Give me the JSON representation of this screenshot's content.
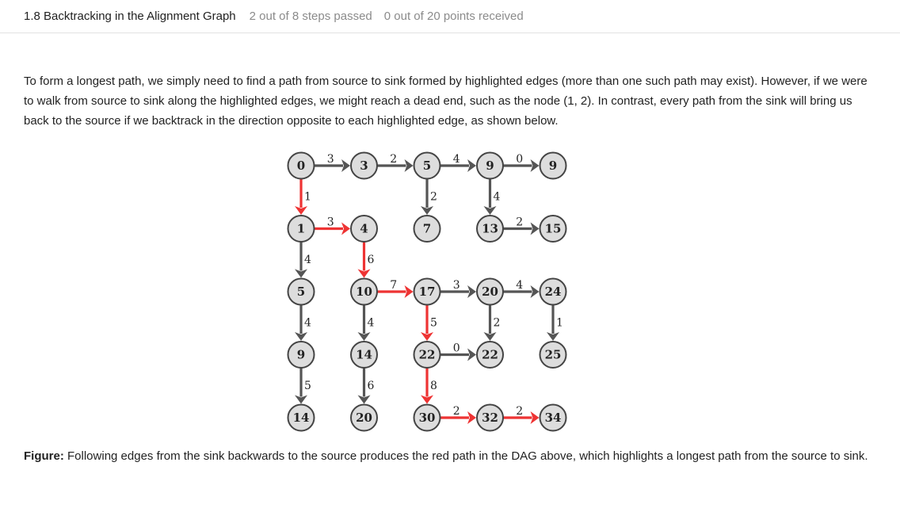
{
  "header": {
    "title": "1.8 Backtracking in the Alignment Graph",
    "steps": "2 out of 8 steps passed",
    "points": "0 out of 20 points received"
  },
  "body": {
    "paragraph": "To form a longest path, we simply need to find a path from source to sink formed by highlighted edges (more than one such path may exist). However, if we were to walk from source to sink along the highlighted edges, we might reach a dead end, such as the node (1, 2). In contrast, every path from the sink will bring us back to the source if we backtrack in the direction opposite to each highlighted edge, as shown below."
  },
  "figure": {
    "colors": {
      "normal": "#555555",
      "highlight": "#ee3333",
      "node_fill": "#dddddd",
      "node_stroke": "#444444"
    },
    "grid": [
      [
        "0",
        "3",
        "5",
        "9",
        "9"
      ],
      [
        "1",
        "4",
        "7",
        "13",
        "15"
      ],
      [
        "5",
        "10",
        "17",
        "20",
        "24"
      ],
      [
        "9",
        "14",
        "22",
        "22",
        "25"
      ],
      [
        "14",
        "20",
        "30",
        "32",
        "34"
      ]
    ],
    "edges": [
      {
        "from": [
          0,
          0
        ],
        "to": [
          0,
          1
        ],
        "w": "3",
        "red": false
      },
      {
        "from": [
          0,
          1
        ],
        "to": [
          0,
          2
        ],
        "w": "2",
        "red": false
      },
      {
        "from": [
          0,
          2
        ],
        "to": [
          0,
          3
        ],
        "w": "4",
        "red": false
      },
      {
        "from": [
          0,
          3
        ],
        "to": [
          0,
          4
        ],
        "w": "0",
        "red": false
      },
      {
        "from": [
          1,
          0
        ],
        "to": [
          1,
          1
        ],
        "w": "3",
        "red": true
      },
      {
        "from": [
          1,
          3
        ],
        "to": [
          1,
          4
        ],
        "w": "2",
        "red": false
      },
      {
        "from": [
          2,
          1
        ],
        "to": [
          2,
          2
        ],
        "w": "7",
        "red": true
      },
      {
        "from": [
          2,
          2
        ],
        "to": [
          2,
          3
        ],
        "w": "3",
        "red": false
      },
      {
        "from": [
          2,
          3
        ],
        "to": [
          2,
          4
        ],
        "w": "4",
        "red": false
      },
      {
        "from": [
          3,
          2
        ],
        "to": [
          3,
          3
        ],
        "w": "0",
        "red": false
      },
      {
        "from": [
          4,
          2
        ],
        "to": [
          4,
          3
        ],
        "w": "2",
        "red": true
      },
      {
        "from": [
          4,
          3
        ],
        "to": [
          4,
          4
        ],
        "w": "2",
        "red": true
      },
      {
        "from": [
          0,
          0
        ],
        "to": [
          1,
          0
        ],
        "w": "1",
        "red": true
      },
      {
        "from": [
          0,
          2
        ],
        "to": [
          1,
          2
        ],
        "w": "2",
        "red": false
      },
      {
        "from": [
          0,
          3
        ],
        "to": [
          1,
          3
        ],
        "w": "4",
        "red": false
      },
      {
        "from": [
          1,
          0
        ],
        "to": [
          2,
          0
        ],
        "w": "4",
        "red": false
      },
      {
        "from": [
          1,
          1
        ],
        "to": [
          2,
          1
        ],
        "w": "6",
        "red": true
      },
      {
        "from": [
          2,
          0
        ],
        "to": [
          3,
          0
        ],
        "w": "4",
        "red": false
      },
      {
        "from": [
          2,
          1
        ],
        "to": [
          3,
          1
        ],
        "w": "4",
        "red": false
      },
      {
        "from": [
          2,
          2
        ],
        "to": [
          3,
          2
        ],
        "w": "5",
        "red": true
      },
      {
        "from": [
          2,
          3
        ],
        "to": [
          3,
          3
        ],
        "w": "2",
        "red": false
      },
      {
        "from": [
          2,
          4
        ],
        "to": [
          3,
          4
        ],
        "w": "1",
        "red": false
      },
      {
        "from": [
          3,
          0
        ],
        "to": [
          4,
          0
        ],
        "w": "5",
        "red": false
      },
      {
        "from": [
          3,
          1
        ],
        "to": [
          4,
          1
        ],
        "w": "6",
        "red": false
      },
      {
        "from": [
          3,
          2
        ],
        "to": [
          4,
          2
        ],
        "w": "8",
        "red": true
      }
    ]
  },
  "caption": {
    "label": "Figure:",
    "text": " Following edges from the sink backwards to the source produces the red path in the DAG above, which highlights a longest path from the source to sink."
  }
}
